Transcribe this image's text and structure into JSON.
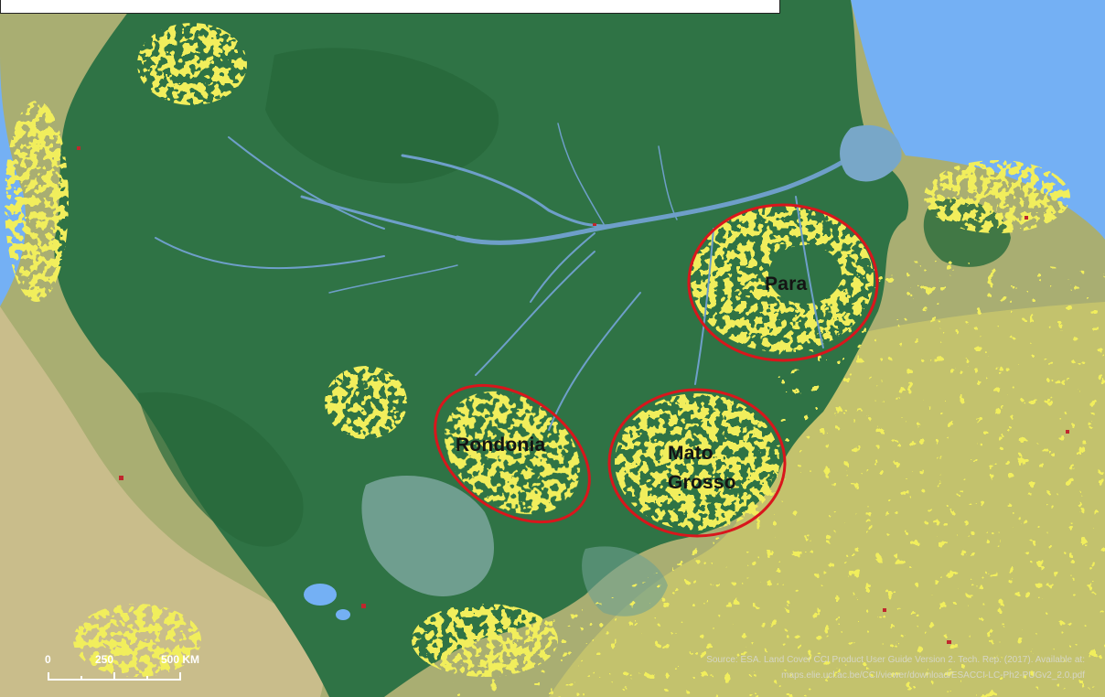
{
  "map": {
    "colors": {
      "ocean": "#74b0f4",
      "forest": "#2f7345",
      "forest_dark": "#276a3a",
      "cropland": "#f2ef5a",
      "savanna": "#aeb279",
      "bare": "#d9c98f",
      "andes": "#c4b98a",
      "wetland": "#73a9a0",
      "river": "#6e9fc9",
      "urban": "#c0272d",
      "circle": "#d9161c"
    },
    "regions": [
      {
        "label": "Para",
        "shape": "circle"
      },
      {
        "label": "Rondonia",
        "shape": "circle"
      },
      {
        "label": "Mato Grosso",
        "line1": "Mato",
        "line2": "Grosso",
        "shape": "circle"
      }
    ],
    "scale_bar": {
      "ticks": [
        "0",
        "250",
        "500 KM"
      ]
    },
    "credit": {
      "line1": "Source: ESA. Land Cover CCI Product User Guide Version 2. Tech. Rep. (2017). Available at:",
      "line2": "maps.elie.ucl.ac.be/CCI/viewer/download/ESACCI-LC-Ph2-PUGv2_2.0.pdf"
    },
    "top_box": {
      "text": ""
    }
  }
}
